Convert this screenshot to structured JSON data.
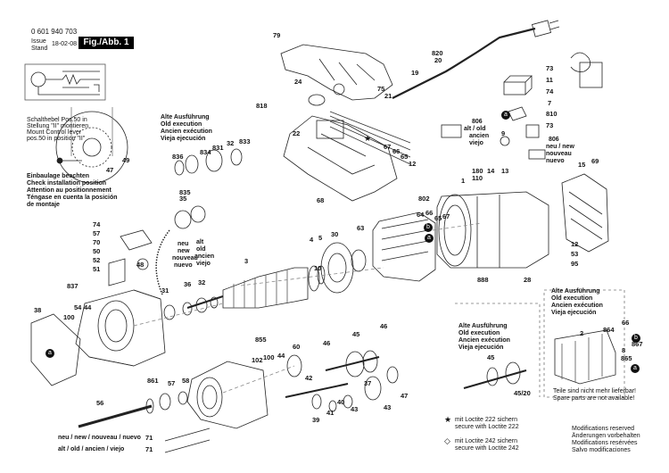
{
  "header": {
    "part_number": "0 601 940 703",
    "issue_label": "Issue",
    "stand_label": "Stand",
    "issue_date": "18-02-08",
    "figure_label": "Fig./Abb. 1"
  },
  "notes": {
    "switch_lever": [
      "Schalthebel Pos.50 in",
      "Stellung \"II\" montieren",
      "Mount Control lever",
      "pos.50 in position \"II\""
    ],
    "installation": [
      "Einbaulage beachten",
      "Check installation position",
      "Attention au positionnement",
      "Téngase en cuenta la posición",
      "de montaje"
    ],
    "old_exec_top": [
      "Alte Ausführung",
      "Old execution",
      "Ancien exécution",
      "Vieja ejecución"
    ],
    "old_exec_mid": [
      "Alte Ausführung",
      "Old execution",
      "Ancien exécution",
      "Vieja ejecución"
    ],
    "old_exec_right": [
      "Alte Ausführung",
      "Old execution",
      "Ancien exécution",
      "Vieja ejecución"
    ],
    "not_supplied": [
      "Teile sind nicht mehr lieferbar!",
      "Spare parts are not available!"
    ],
    "loctite_222": [
      "mit Loctite 222 sichern",
      "secure with Loctite 222"
    ],
    "loctite_242": [
      "mit Loctite 242 sichern",
      "secure with Loctite 242"
    ],
    "modifications": [
      "Modifications reserved",
      "Änderungen vorbehalten",
      "Modifications resérvées",
      "Salvo modificaciones"
    ]
  },
  "variant_labels": {
    "new_multi": [
      "neu",
      "new",
      "nouveau",
      "nuevo"
    ],
    "old_multi": [
      "alt",
      "old",
      "ancien",
      "viejo"
    ],
    "new_line": "neu / new / nouveau / nuevo",
    "old_line": "alt / old / ancien / viejo",
    "new_806": [
      "806",
      "neu / new",
      "nouveau",
      "nuevo"
    ],
    "old_806": [
      "806",
      "alt / old",
      "ancien",
      "viejo"
    ]
  },
  "part_numbers": {
    "p79": "79",
    "p820": "820",
    "p20": "20",
    "p19": "19",
    "p24": "24",
    "p75": "75",
    "p21": "21",
    "p818": "818",
    "p22": "22",
    "p67": "67",
    "p66": "66",
    "p65": "65",
    "p12": "12",
    "p68": "68",
    "p73a": "73",
    "p11": "11",
    "p74": "74",
    "p7": "7",
    "p810": "810",
    "p73b": "73",
    "p9": "9",
    "p15": "15",
    "p69": "69",
    "p180": "180",
    "p110": "110",
    "p14": "14",
    "p13": "13",
    "p1": "1",
    "p802": "802",
    "p64": "64",
    "p66b": "66",
    "p65b": "65",
    "p67b": "67",
    "p836": "836",
    "p834": "834",
    "p831": "831",
    "p32a": "32",
    "p833": "833",
    "p35": "35",
    "p835": "835",
    "p47a": "47",
    "p49": "49",
    "p74b": "74",
    "p57": "57",
    "p70": "70",
    "p50": "50",
    "p52": "52",
    "p51": "51",
    "p48": "48",
    "p4": "4",
    "p5": "5",
    "p30": "30",
    "p63": "63",
    "p3": "3",
    "p10": "10",
    "p12b": "12",
    "p53": "53",
    "p95": "95",
    "p888": "888",
    "p28": "28",
    "p837": "837",
    "p38": "38",
    "p54": "54",
    "p44a": "44",
    "p100a": "100",
    "p31": "31",
    "p36": "36",
    "p32b": "32",
    "p855": "855",
    "p60": "60",
    "p46a": "46",
    "p45": "45",
    "p46b": "46",
    "p102": "102",
    "p100b": "100",
    "p44b": "44",
    "p861": "861",
    "p57b": "57",
    "p58": "58",
    "p56": "56",
    "p42": "42",
    "p37": "37",
    "p39": "39",
    "p41": "41",
    "p40": "40",
    "p43a": "43",
    "p43b": "43",
    "p47b": "47",
    "p45c": "45",
    "p4520": "45/20",
    "p2": "2",
    "p66c": "66",
    "p864": "864",
    "p867": "867",
    "p8": "8",
    "p865": "865",
    "p71a": "71",
    "p71b": "71"
  },
  "symbols": {
    "star": "★",
    "diamond": "◇",
    "circle_a": "a",
    "circle_b": "b"
  }
}
